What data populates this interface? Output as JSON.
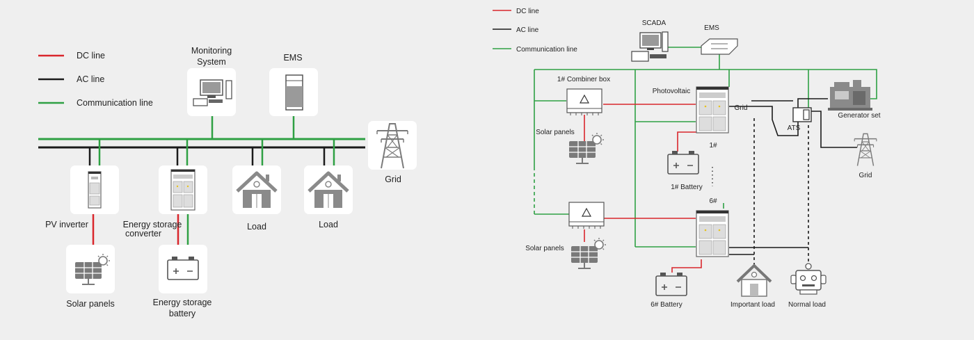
{
  "colors": {
    "dc": "#d9262c",
    "ac": "#1a1a1a",
    "comm": "#2ea043",
    "background": "#efefef",
    "tile": "#ffffff",
    "icon": "#8a8a8a"
  },
  "left": {
    "legend": {
      "dc": "DC line",
      "ac": "AC line",
      "comm": "Communication line"
    },
    "labels": {
      "monitoring_1": "Monitoring",
      "monitoring_2": "System",
      "ems": "EMS",
      "grid": "Grid",
      "pv_inverter": "PV inverter",
      "esc_1": "Energy storage",
      "esc_2": "converter",
      "load_1": "Load",
      "load_2": "Load",
      "solar_panels": "Solar panels",
      "esb_1": "Energy storage",
      "esb_2": "battery"
    }
  },
  "right": {
    "legend": {
      "dc": "DC line",
      "ac": "AC line",
      "comm": "Communication line"
    },
    "labels": {
      "scada": "SCADA",
      "ems": "EMS",
      "combiner": "1# Combiner box",
      "photovoltaic": "Photovoltaic",
      "grid_conn": "Grid",
      "solar_panels_1": "Solar panels",
      "unit_1": "1#",
      "battery_1": "1# Battery",
      "unit_6": "6#",
      "solar_panels_2": "Solar panels",
      "battery_6": "6# Battery",
      "important_load": "Important load",
      "normal_load": "Normal load",
      "ats": "ATS",
      "generator_set": "Generator set",
      "grid_tower": "Grid"
    }
  }
}
